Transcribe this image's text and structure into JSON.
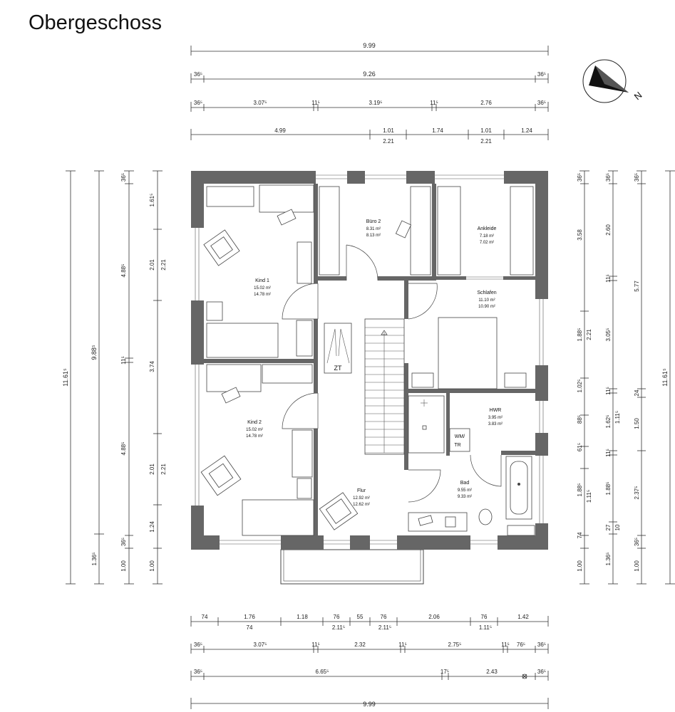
{
  "title": "Obergeschoss",
  "rooms": {
    "kind1": {
      "name": "Kind 1",
      "area1": "15.02 m²",
      "area2": "14.78 m²"
    },
    "buero2": {
      "name": "Büro 2",
      "area1": "8.31 m²",
      "area2": "8.13 m²"
    },
    "ankleide": {
      "name": "Ankleide",
      "area1": "7.18 m²",
      "area2": "7.02 m²"
    },
    "schlafen": {
      "name": "Schlafen",
      "area1": "11.10 m²",
      "area2": "10.90 m²"
    },
    "kind2": {
      "name": "Kind 2",
      "area1": "15.02 m²",
      "area2": "14.78 m²"
    },
    "hwr": {
      "name": "HWR",
      "area1": "3.95 m²",
      "area2": "3.83 m²"
    },
    "bad": {
      "name": "Bad",
      "area1": "9.55 m²",
      "area2": "9.33 m²"
    },
    "flur": {
      "name": "Flur",
      "area1": "12.92 m²",
      "area2": "12.62 m²"
    }
  },
  "labels": {
    "zt": "ZT",
    "wm1": "WM/",
    "wm2": "TR",
    "north": "N"
  },
  "dims": {
    "top1": "9.99",
    "top2": [
      "36⁵",
      "9.26",
      "36⁵"
    ],
    "top3": [
      "36⁵",
      "3.07⁵",
      "11⁵",
      "3.19⁵",
      "11⁵",
      "2.76",
      "36⁵"
    ],
    "top4": [
      "4.99",
      "1.01",
      "1.74",
      "1.01",
      "1.24"
    ],
    "top4b": [
      "2.21",
      "2.21"
    ],
    "bot1": [
      "74",
      "1.76",
      "1.18",
      "76",
      "55",
      "76",
      "2.06",
      "76",
      "1.42"
    ],
    "bot1b": [
      "74",
      "2.11⁵",
      "2.11⁵",
      "1.11⁵"
    ],
    "bot2": [
      "36⁵",
      "3.07⁵",
      "11⁵",
      "2.32",
      "11⁵",
      "2.75⁵",
      "11⁵",
      "76⁵",
      "36⁵"
    ],
    "bot3": [
      "36⁵",
      "6.65⁵",
      "17⁵",
      "2.43",
      "36⁵"
    ],
    "bot4": "9.99",
    "left1": "11.61⁵",
    "left2": "9.88⁵",
    "left2b": "1.36⁵",
    "left3": [
      "36⁵",
      "4.88⁵",
      "11⁵",
      "4.88⁵",
      "36⁵",
      "1.00"
    ],
    "left4": [
      "1.61⁵",
      "2.01",
      "3.74",
      "2.01",
      "1.24",
      "1.00"
    ],
    "left4b": [
      "2.21",
      "2.21"
    ],
    "right1": [
      "36⁵",
      "3.58",
      "1.88⁵",
      "1.02⁵",
      "88⁵",
      "61⁵",
      "1.88⁵",
      "74",
      "1.00"
    ],
    "right1b": [
      "2.21",
      "1.11⁵"
    ],
    "right2": [
      "36⁵",
      "2.60",
      "11⁵",
      "3.05⁵",
      "11⁵",
      "1.62⁵",
      "11⁵",
      "1.88⁵",
      "27",
      "1.36⁵"
    ],
    "right2b": [
      "1.11⁵",
      "10"
    ],
    "right3": [
      "36⁵",
      "5.77",
      "24",
      "1.50",
      "2.37⁵",
      "36⁵",
      "1.00"
    ],
    "right4": "11.61⁵"
  }
}
